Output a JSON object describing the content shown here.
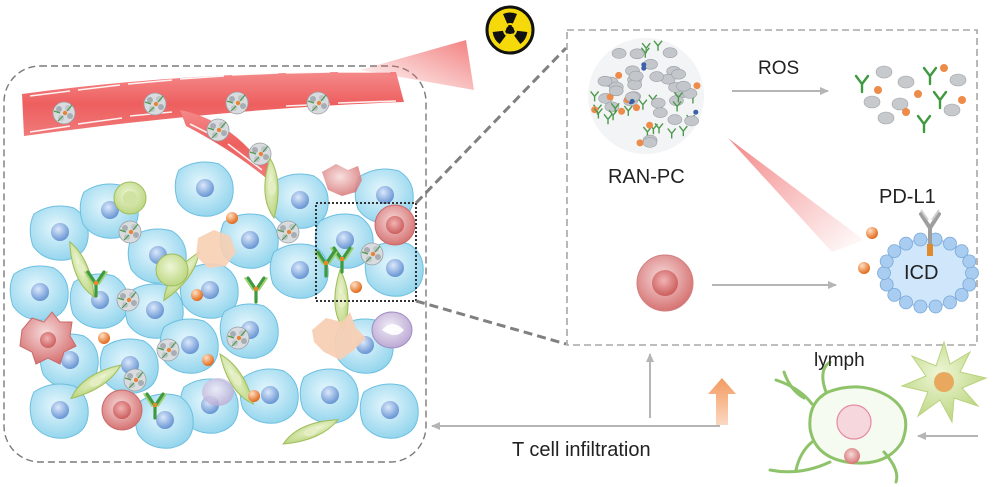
{
  "labels": {
    "ros": "ROS",
    "ran_pc": "RAN-PC",
    "pd_l1": "PD-L1",
    "icd": "ICD",
    "lymph": "lymph",
    "t_cell_infiltration": "T cell infiltration"
  },
  "icons": {
    "radiation": "radiation-hazard-icon"
  },
  "colors": {
    "tumor_cell": "#a9e2f2",
    "tumor_nucleus": "#6f9fd8",
    "vessel": "#ef6b6b",
    "nanoparticle": "#e8843a",
    "dendritic_cell": "#c8de8e",
    "immunogenic_cell": "#9fc8ea",
    "radiation_yellow": "#f5d90a"
  }
}
